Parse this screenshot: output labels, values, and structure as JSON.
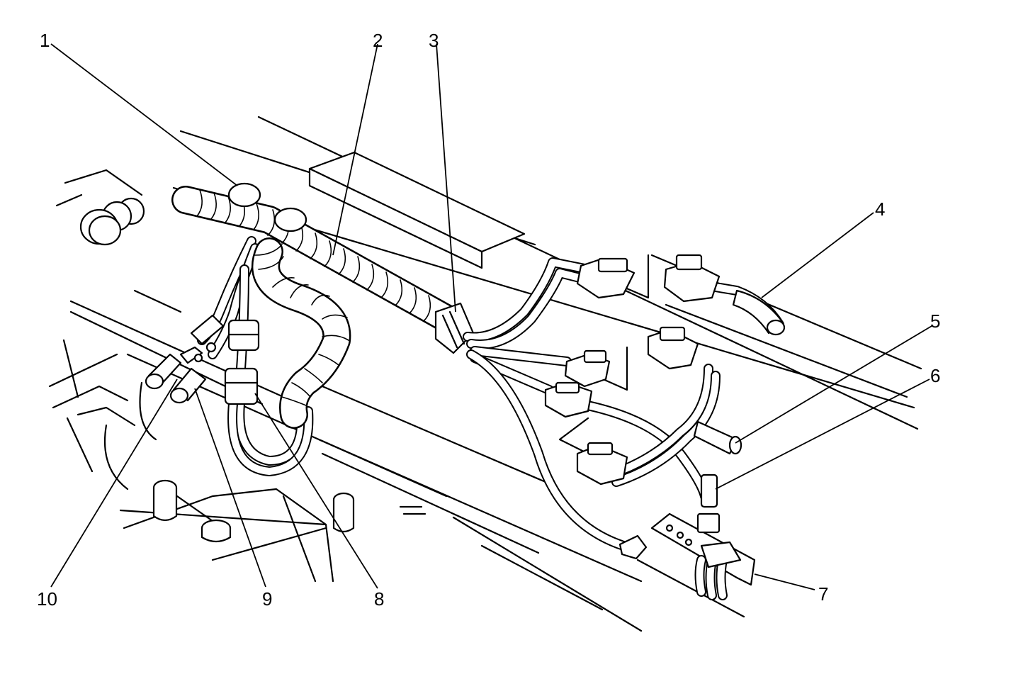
{
  "callouts": [
    {
      "id": "1",
      "text": "1"
    },
    {
      "id": "2",
      "text": "2"
    },
    {
      "id": "3",
      "text": "3"
    },
    {
      "id": "4",
      "text": "4"
    },
    {
      "id": "5",
      "text": "5"
    },
    {
      "id": "6",
      "text": "6"
    },
    {
      "id": "7",
      "text": "7"
    },
    {
      "id": "8",
      "text": "8"
    },
    {
      "id": "9",
      "text": "9"
    },
    {
      "id": "10",
      "text": "10"
    }
  ],
  "colors": {
    "ink": "#000000",
    "paper": "#ffffff"
  }
}
